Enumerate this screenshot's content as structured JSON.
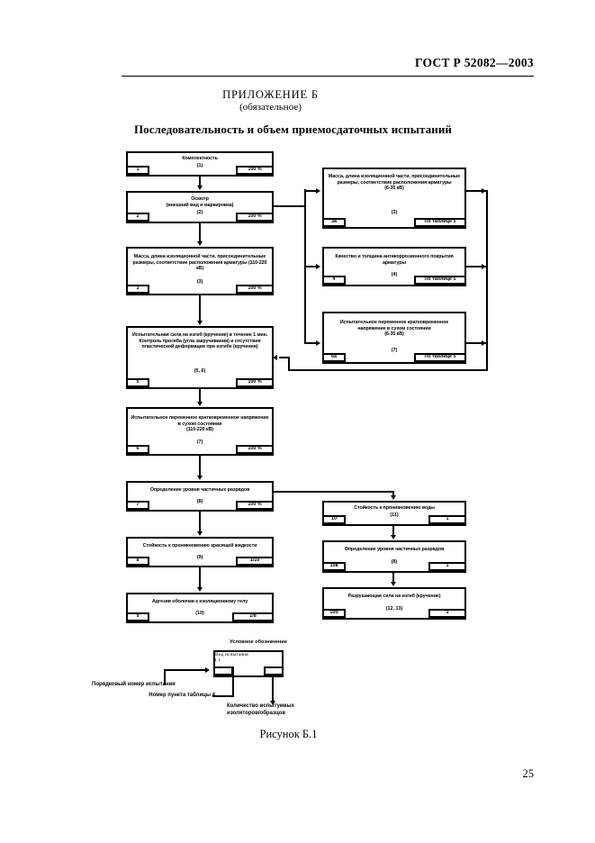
{
  "header": {
    "standard": "ГОСТ Р 52082—2003",
    "appendix": "ПРИЛОЖЕНИЕ Б",
    "appendix_note": "(обязательное)",
    "figure_title": "Последовательность и объем приемосдаточных испытаний",
    "figure_caption": "Рисунок Б.1",
    "page_number": "25"
  },
  "chart_data": {
    "type": "diagram",
    "title": "Последовательность и объем приемосдаточных испытаний",
    "nodes": [
      {
        "id": "1",
        "text": "Комплектность",
        "clause": "(1)",
        "num": "1",
        "qty": "100 %"
      },
      {
        "id": "2",
        "text": "Осмотр\n(внешний вид и маркировка)",
        "clause": "(2)",
        "num": "2",
        "qty": "100 %"
      },
      {
        "id": "3",
        "text": "Масса, длина изоляционной части, присоединительные размеры, соответствие расположения арматуры (110-220 кВ)",
        "clause": "(3)",
        "num": "3",
        "qty": "100 %"
      },
      {
        "id": "5",
        "text": "Испытательная сила на изгиб (кручение) в течение 1 мин. Контроль прогиба (угла закручивания) и отсутствия пластической деформации при изгибе (кручении)",
        "clause": "(5, 6)",
        "num": "5",
        "qty": "100 %"
      },
      {
        "id": "6",
        "text": "Испытательное переменное кратковременное напряжение в сухом состоянии\n(110-220 кВ)",
        "clause": "(7)",
        "num": "6",
        "qty": "100 %"
      },
      {
        "id": "7",
        "text": "Определение уровня частичных разрядов",
        "clause": "(8)",
        "num": "7",
        "qty": "100 %"
      },
      {
        "id": "8",
        "text": "Стойкость к проникновению красящей жидкости",
        "clause": "(9)",
        "num": "8",
        "qty": "1/10"
      },
      {
        "id": "9",
        "text": "Адгезия оболочки к изоляционному телу",
        "clause": "(10)",
        "num": "9",
        "qty": "1/8"
      },
      {
        "id": "3a",
        "text": "Масса, длина изоляционной части, присоединительные размеры, соответствие расположения арматуры\n(6-35 кВ)",
        "clause": "(3)",
        "num": "3а",
        "qty": "По таблице 5"
      },
      {
        "id": "4",
        "text": "Качество и толщина антикоррозионного покрытия арматуры",
        "clause": "(4)",
        "num": "4",
        "qty": "По таблице 5"
      },
      {
        "id": "6a",
        "text": "Испытательное переменное кратковременное напряжение в сухом состоянии\n(6-35 кВ)",
        "clause": "(7)",
        "num": "6а",
        "qty": "По таблице 5"
      },
      {
        "id": "10",
        "text": "Стойкость к проникновению воды",
        "clause": "(11)",
        "num": "10",
        "qty": "1"
      },
      {
        "id": "10a",
        "text": "Определение уровня частичных разрядов",
        "clause": "(8)",
        "num": "10а",
        "qty": "1"
      },
      {
        "id": "10b",
        "text": "Разрушающая сила на изгиб (кручение)",
        "clause": "(12, 13)",
        "num": "10б",
        "qty": "1"
      }
    ],
    "edges": [
      {
        "from": "1",
        "to": "2"
      },
      {
        "from": "2",
        "to": "3"
      },
      {
        "from": "2",
        "to": "3a"
      },
      {
        "from": "2",
        "to": "4"
      },
      {
        "from": "2",
        "to": "6a"
      },
      {
        "from": "3",
        "to": "5"
      },
      {
        "from": "3a",
        "to": "5"
      },
      {
        "from": "4",
        "to": "5"
      },
      {
        "from": "6a",
        "to": "5"
      },
      {
        "from": "5",
        "to": "6"
      },
      {
        "from": "6",
        "to": "7"
      },
      {
        "from": "7",
        "to": "8"
      },
      {
        "from": "8",
        "to": "9"
      },
      {
        "from": "7",
        "to": "10"
      },
      {
        "from": "10",
        "to": "10a"
      },
      {
        "from": "10a",
        "to": "10b"
      }
    ]
  },
  "legend": {
    "title": "Условное обозначение",
    "box_text": "Вид испытания",
    "box_clause": "( )",
    "label_num": "Порядковый номер испытания",
    "label_clause": "Номер пункта таблицы 4",
    "label_qty": "Количество испытуемых\nизоляторов/образцов"
  }
}
